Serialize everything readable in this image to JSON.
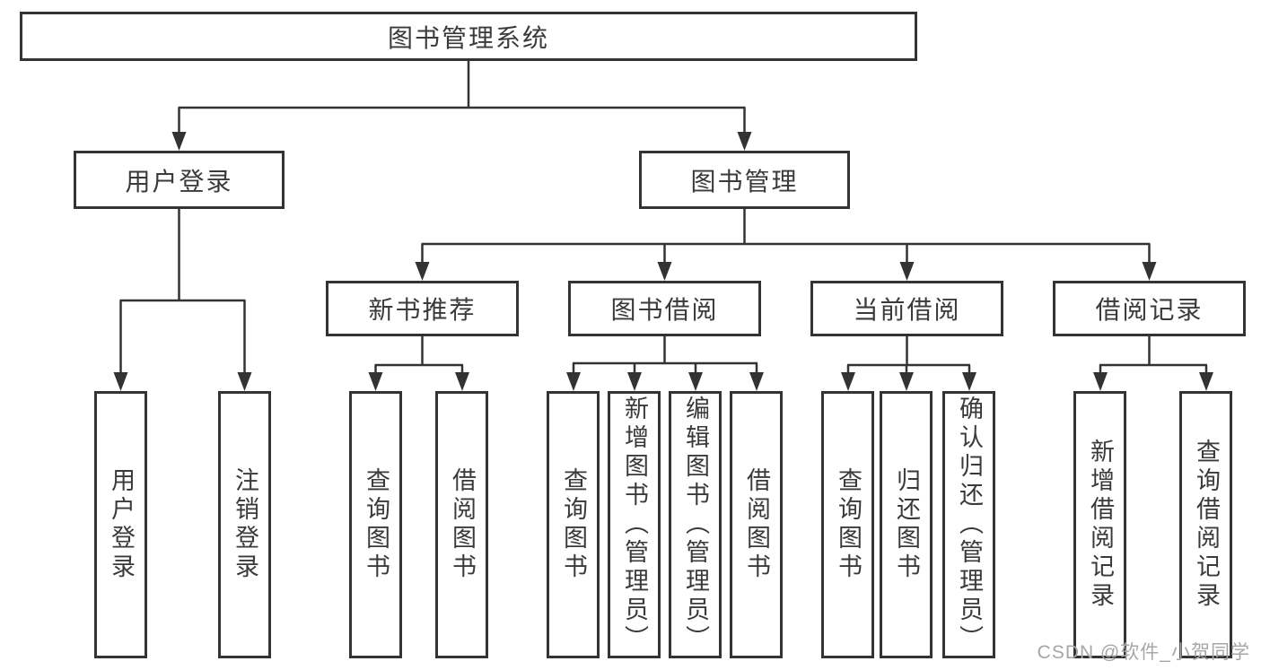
{
  "diagram": {
    "root": {
      "label": "图书管理系统"
    },
    "level2": [
      {
        "label": "用户登录"
      },
      {
        "label": "图书管理"
      }
    ],
    "level3": [
      {
        "label": "新书推荐"
      },
      {
        "label": "图书借阅"
      },
      {
        "label": "当前借阅"
      },
      {
        "label": "借阅记录"
      }
    ],
    "leaves": {
      "user_login": [
        {
          "label": "用户登录"
        },
        {
          "label": "注销登录"
        }
      ],
      "new_book_recommend": [
        {
          "label": "查询图书"
        },
        {
          "label": "借阅图书"
        }
      ],
      "book_borrow": [
        {
          "label": "查询图书"
        },
        {
          "label": "新增图书（管理员）"
        },
        {
          "label": "编辑图书（管理员）"
        },
        {
          "label": "借阅图书"
        }
      ],
      "current_borrow": [
        {
          "label": "查询图书"
        },
        {
          "label": "归还图书"
        },
        {
          "label": "确认归还（管理员）"
        }
      ],
      "borrow_records": [
        {
          "label": "新增借阅记录"
        },
        {
          "label": "查询借阅记录"
        }
      ]
    }
  },
  "watermark": {
    "text": "CSDN @软件_小贺同学"
  },
  "colors": {
    "line": "#333333",
    "text": "#3a3a3a",
    "background": "#ffffff",
    "watermark": "#a6a6a6"
  }
}
